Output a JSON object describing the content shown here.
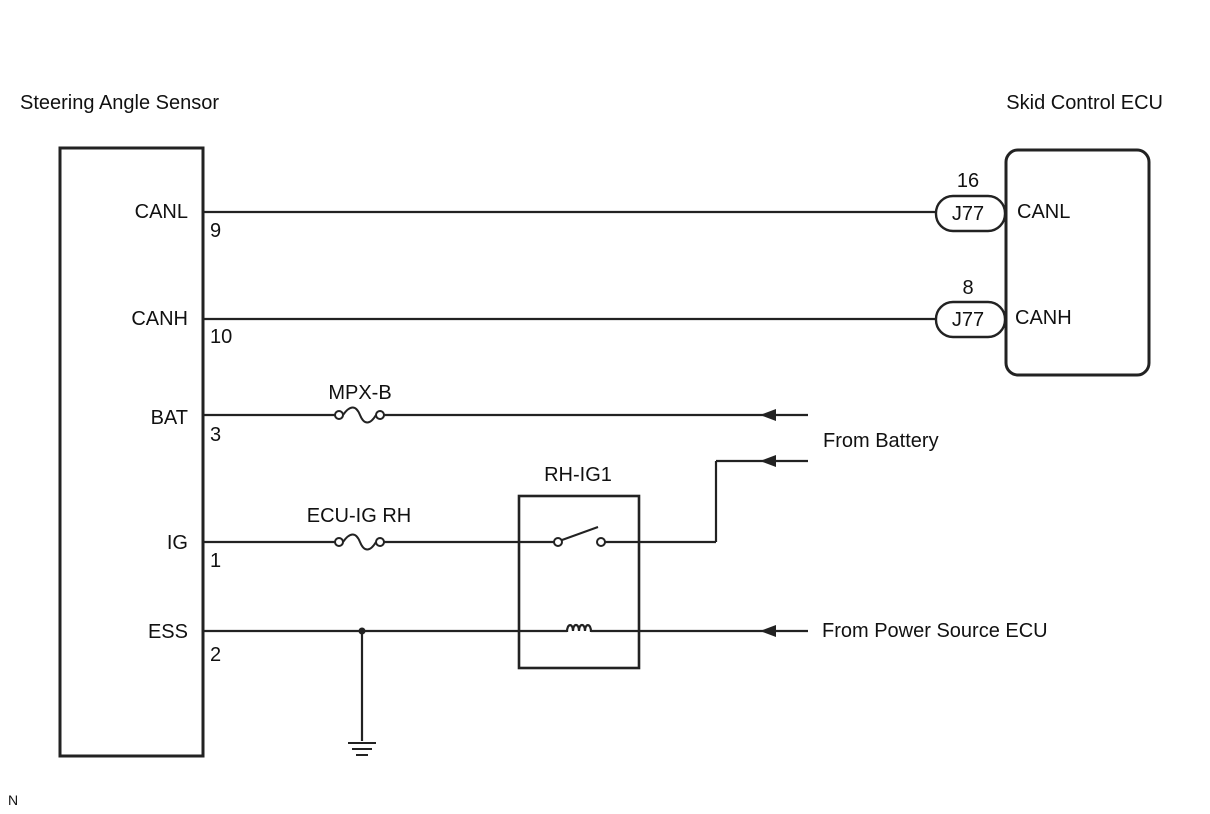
{
  "components": {
    "sensor": {
      "title": "Steering Angle Sensor"
    },
    "ecu": {
      "title": "Skid Control ECU"
    },
    "relay": {
      "title": "RH-IG1"
    }
  },
  "sensor_pins": [
    {
      "name": "CANL",
      "number": "9"
    },
    {
      "name": "CANH",
      "number": "10"
    },
    {
      "name": "BAT",
      "number": "3"
    },
    {
      "name": "IG",
      "number": "1"
    },
    {
      "name": "ESS",
      "number": "2"
    }
  ],
  "ecu_pins": [
    {
      "name": "CANL",
      "connector": "J77",
      "number": "16"
    },
    {
      "name": "CANH",
      "connector": "J77",
      "number": "8"
    }
  ],
  "fuses": {
    "bat": "MPX-B",
    "ig": "ECU-IG RH"
  },
  "sources": {
    "battery": "From Battery",
    "power_source_ecu": "From Power Source ECU"
  },
  "footer_mark": "N"
}
